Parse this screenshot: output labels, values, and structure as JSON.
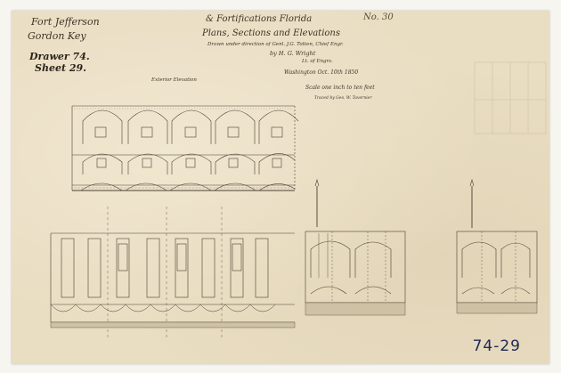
{
  "header_left": {
    "line1": "Fort Jefferson",
    "line2": "Gordon Key",
    "drawer": "Drawer 74.",
    "sheet": "Sheet 29."
  },
  "header_center": {
    "line1": "& Fortifications Florida",
    "line2": "Plans, Sections and Elevations",
    "line3": "Drawn under direction of Genl. J.G. Totten, Chief Engr.",
    "line4": "by H. G. Wright",
    "line5": "Lt. of Engrs.",
    "line6": "Washington Oct. 10th 1850",
    "line7": "Scale one inch to ten feet",
    "line8": "Traced by Geo. W. Tavernier",
    "corner": "No. 30"
  },
  "drawing_labels": {
    "exterior_elevation": "Exterior Elevation"
  },
  "catalog_number": "74-29",
  "colors": {
    "paper": "#e9ddc2",
    "ink": "#3d3427",
    "catalog_ink": "#1e2a55"
  }
}
